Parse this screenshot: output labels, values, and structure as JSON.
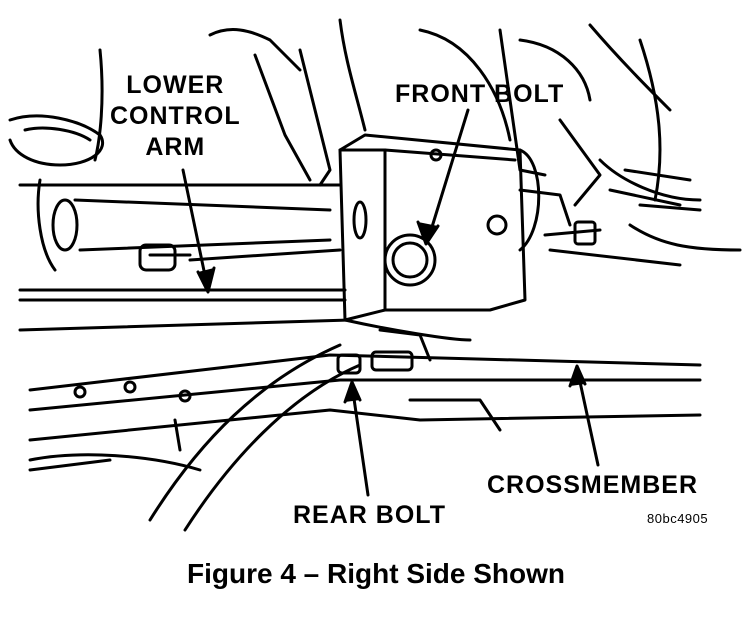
{
  "labels": {
    "lower_control_arm": [
      "LOWER",
      "CONTROL",
      "ARM"
    ],
    "front_bolt": "FRONT BOLT",
    "crossmember": "CROSSMEMBER",
    "rear_bolt": "REAR BOLT",
    "image_code": "80bc4905"
  },
  "caption": "Figure 4 – Right Side Shown"
}
